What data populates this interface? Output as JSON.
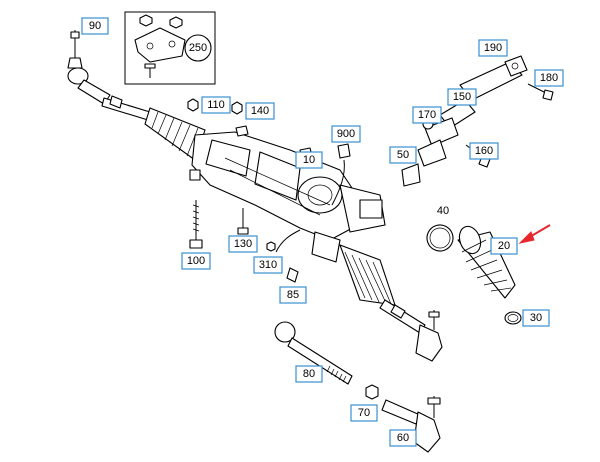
{
  "callouts": {
    "c90": "90",
    "c250": "250",
    "c110": "110",
    "c140": "140",
    "c190": "190",
    "c180": "180",
    "c150": "150",
    "c170": "170",
    "c900": "900",
    "c10": "10",
    "c50": "50",
    "c160": "160",
    "c40": "40",
    "c20": "20",
    "c100": "100",
    "c130": "130",
    "c310": "310",
    "c85": "85",
    "c30": "30",
    "c80": "80",
    "c70": "70",
    "c60": "60"
  },
  "colors": {
    "callout_border": "#3a8fd0",
    "highlight_arrow": "#e8262d"
  }
}
